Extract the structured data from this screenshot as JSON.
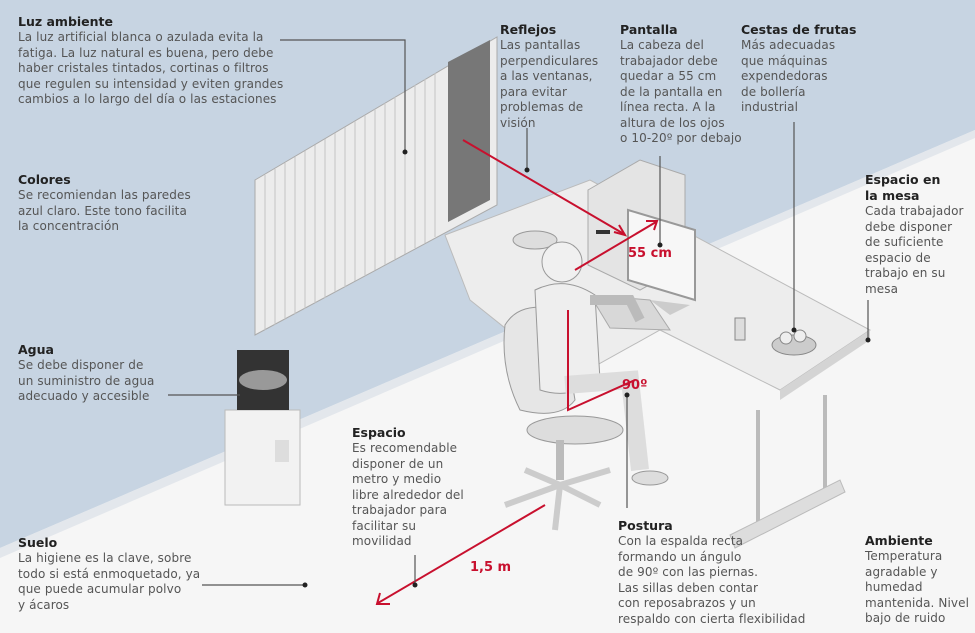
{
  "colors": {
    "wall": "#c7d4e2",
    "floor": "#f6f6f6",
    "accent_red": "#c8102e",
    "leader": "#555555"
  },
  "callouts": {
    "luz": {
      "title": "Luz ambiente",
      "body": "La luz artificial blanca o azulada evita la\nfatiga. La luz natural es buena, pero debe\nhaber cristales tintados, cortinas o filtros\nque regulen su intensidad y eviten grandes\ncambios a lo largo del día o las estaciones"
    },
    "colores": {
      "title": "Colores",
      "body": "Se recomiendan las paredes\nazul claro. Este tono facilita\nla concentración"
    },
    "agua": {
      "title": "Agua",
      "body": "Se debe disponer de\nun suministro de agua\nadecuado y accesible"
    },
    "suelo": {
      "title": "Suelo",
      "body": "La higiene es la clave, sobre\ntodo si está enmoquetado, ya\nque puede acumular polvo\ny ácaros"
    },
    "espacio": {
      "title": "Espacio",
      "body": "Es recomendable\ndisponer de un\nmetro y medio\nlibre alrededor del\ntrabajador para\nfacilitar su\nmovilidad"
    },
    "reflejos": {
      "title": "Reflejos",
      "body": "Las pantallas\nperpendiculares\na las ventanas,\npara evitar\nproblemas de\nvisión"
    },
    "pantalla": {
      "title": "Pantalla",
      "body": "La cabeza del\ntrabajador debe\nquedar a 55 cm\nde la pantalla en\nlínea recta. A la\naltura de los ojos\no 10-20º por debajo"
    },
    "cestas": {
      "title": "Cestas de frutas",
      "body": "Más adecuadas\nque máquinas\nexpendedoras\nde bollería\nindustrial"
    },
    "mesa": {
      "title": "Espacio en\nla mesa",
      "body": "Cada trabajador\ndebe disponer\nde suficiente\nespacio de\ntrabajo en su\nmesa"
    },
    "postura": {
      "title": "Postura",
      "body": "Con la espalda recta\nformando un ángulo\nde 90º con las piernas.\nLas sillas deben contar\ncon reposabrazos y un\nrespaldo con cierta flexibilidad"
    },
    "ambiente": {
      "title": "Ambiente",
      "body": "Temperatura\nagradable y\nhumedad\nmantenida. Nivel\nbajo de ruido"
    }
  },
  "measures": {
    "distance_screen": "55 cm",
    "angle": "90º",
    "free_space": "1,5 m"
  }
}
